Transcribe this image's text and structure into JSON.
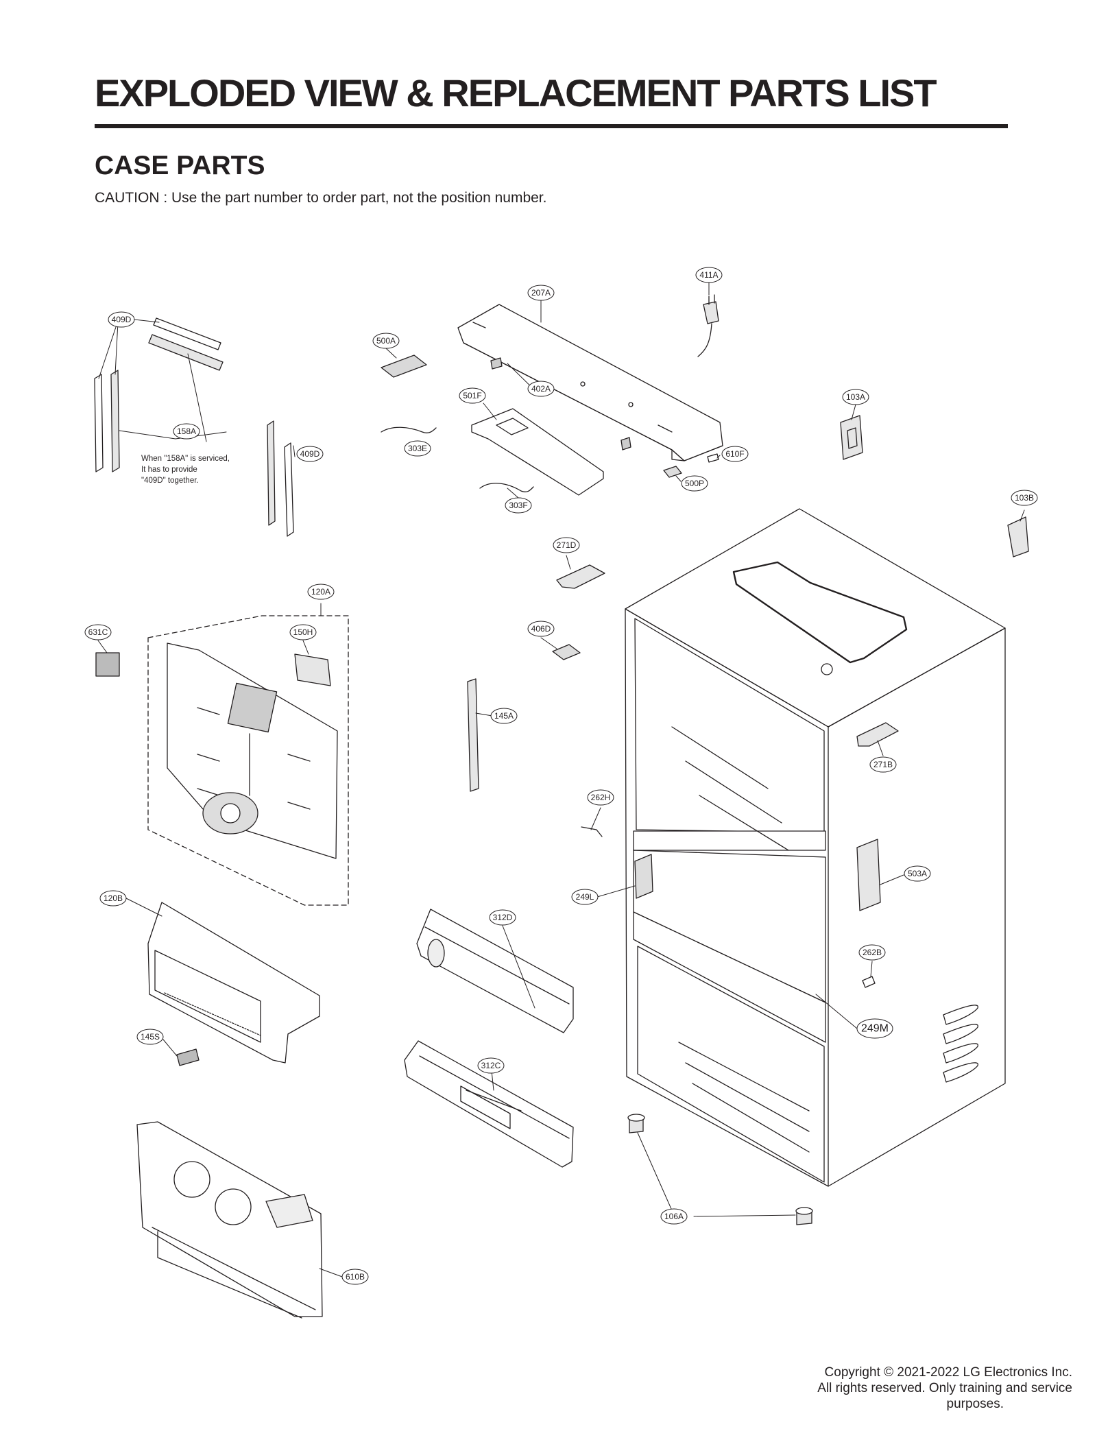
{
  "header": {
    "title": "EXPLODED VIEW & REPLACEMENT PARTS LIST",
    "section": "CASE PARTS",
    "caution": "CAUTION : Use the part number to order part, not the position number."
  },
  "callouts": [
    {
      "id": "411A"
    },
    {
      "id": "207A"
    },
    {
      "id": "409D"
    },
    {
      "id": "500A"
    },
    {
      "id": "402A"
    },
    {
      "id": "501F"
    },
    {
      "id": "103A"
    },
    {
      "id": "158A"
    },
    {
      "id": "303E"
    },
    {
      "id": "409D"
    },
    {
      "id": "610F"
    },
    {
      "id": "500P"
    },
    {
      "id": "303F"
    },
    {
      "id": "103B"
    },
    {
      "id": "271D"
    },
    {
      "id": "120A"
    },
    {
      "id": "631C"
    },
    {
      "id": "150H"
    },
    {
      "id": "406D"
    },
    {
      "id": "145A"
    },
    {
      "id": "271B"
    },
    {
      "id": "262H"
    },
    {
      "id": "503A"
    },
    {
      "id": "249L"
    },
    {
      "id": "120B"
    },
    {
      "id": "312D"
    },
    {
      "id": "262B"
    },
    {
      "id": "249M"
    },
    {
      "id": "145S"
    },
    {
      "id": "312C"
    },
    {
      "id": "106A"
    },
    {
      "id": "610B"
    }
  ],
  "note": {
    "lines": [
      "When \"158A\" is serviced,",
      "It has to provide",
      "\"409D\" together."
    ]
  },
  "footer": {
    "copyright_lines": [
      "Copyright © 2021-2022 LG Electronics Inc.",
      "All rights reserved. Only training and service",
      "purposes."
    ]
  }
}
